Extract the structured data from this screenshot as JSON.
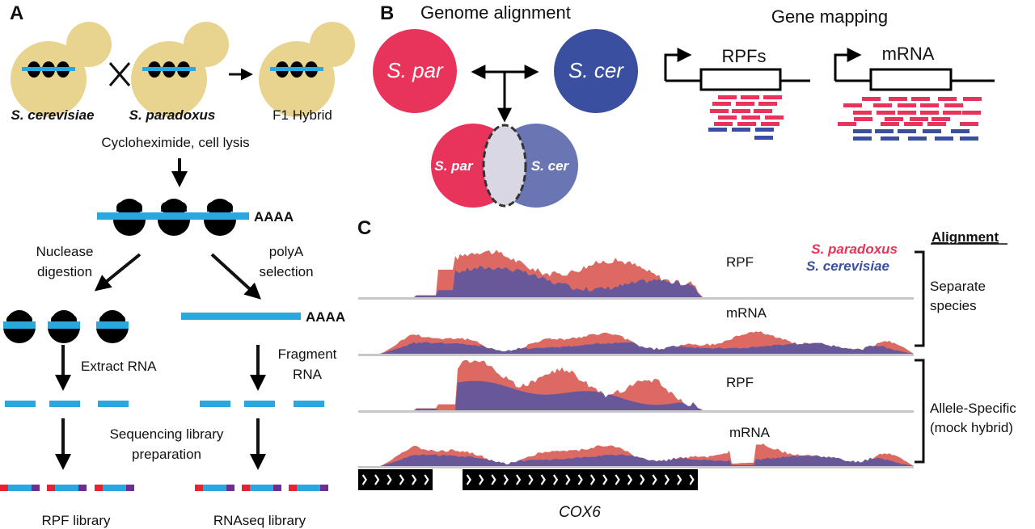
{
  "colors": {
    "yeast_cell": "#e8d48f",
    "rna": "#29a8e0",
    "ribosome": "#000000",
    "s_par": "#e8335a",
    "s_cer": "#3a4fa0",
    "s_cer_light": "#6a75b4",
    "overlap": "#d9d7e3",
    "cov_par": "#dd6a62",
    "cov_cer": "#68589a",
    "adapter_5p": "#e82230",
    "adapter_3p": "#6d2e93",
    "axis": "#c8c8c8"
  },
  "panelA": {
    "label": "A",
    "strains": [
      "S. cerevisiae",
      "S. paradoxus",
      "F1 Hybrid"
    ],
    "cross_symbol": "X",
    "step_lysis": "Cycloheximide, cell lysis",
    "polyA_tail": "AAAA",
    "branch_left": [
      "Nuclease",
      "digestion"
    ],
    "branch_right": [
      "polyA",
      "selection"
    ],
    "extract_rna": "Extract RNA",
    "fragment_rna": [
      "Fragment",
      "RNA"
    ],
    "library_prep": [
      "Sequencing library",
      "preparation"
    ],
    "library_left": "RPF library",
    "library_right": "RNAseq library"
  },
  "panelB": {
    "label": "B",
    "title_alignment": "Genome alignment",
    "title_mapping": "Gene mapping",
    "circle_par": "S. par",
    "circle_cer": "S. cer",
    "venn_par": "S. par",
    "venn_cer": "S. cer",
    "gene_rpf": "RPFs",
    "gene_mrna": "mRNA"
  },
  "panelC": {
    "label": "C",
    "legend_par": "S. paradoxus",
    "legend_cer": "S. cerevisiae",
    "alignment_header": "Alignment",
    "group_separate": [
      "Separate",
      "species"
    ],
    "group_allele": [
      "Allele-Specific",
      "(mock hybrid)"
    ],
    "tracks": [
      {
        "name": "RPF",
        "group": "separate"
      },
      {
        "name": "mRNA",
        "group": "separate"
      },
      {
        "name": "RPF",
        "group": "allele"
      },
      {
        "name": "mRNA",
        "group": "allele"
      }
    ],
    "gene_name": "COX6"
  }
}
